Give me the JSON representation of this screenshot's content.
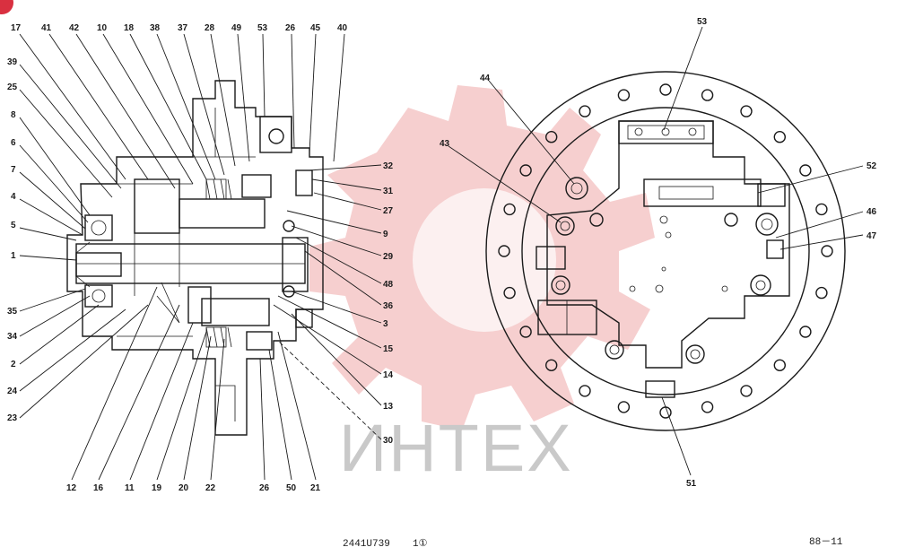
{
  "watermark": {
    "text": "ИНТЕХ",
    "color": "#c9c9c9",
    "logo_color": "#f5c7c7"
  },
  "corner_badge": {
    "color": "#d93040"
  },
  "left_view": {
    "top_labels": [
      "17",
      "41",
      "42",
      "10",
      "18",
      "38",
      "37",
      "28",
      "49",
      "53",
      "26",
      "45",
      "40"
    ],
    "left_labels": [
      "39",
      "25",
      "8",
      "6",
      "7",
      "4",
      "5",
      "1",
      "35",
      "34",
      "2",
      "24",
      "23"
    ],
    "right_labels": [
      "32",
      "31",
      "27",
      "9",
      "29",
      "48",
      "36",
      "3",
      "15",
      "14",
      "13",
      "30"
    ],
    "bottom_labels": [
      "12",
      "16",
      "11",
      "19",
      "20",
      "22",
      "26",
      "50",
      "21"
    ]
  },
  "right_view": {
    "labels": [
      "53",
      "44",
      "43",
      "52",
      "46",
      "47",
      "51"
    ]
  },
  "footer": {
    "doc_code": "2441U739",
    "sheet": "1①",
    "page": "88－11"
  }
}
